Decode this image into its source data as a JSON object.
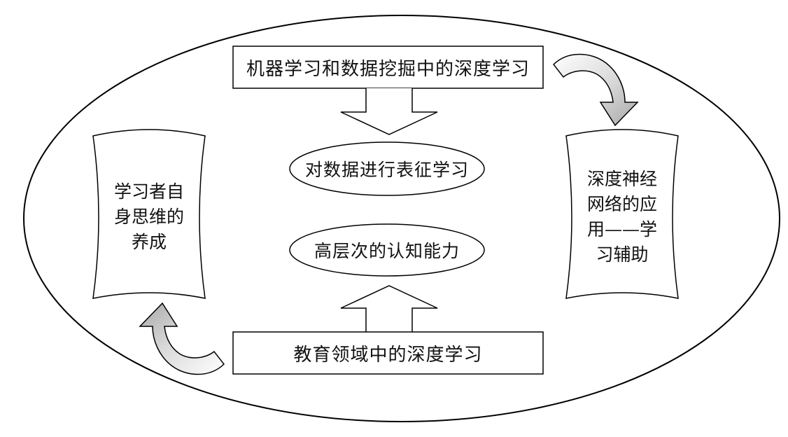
{
  "top_box": {
    "label": "机器学习和数据挖掘中的深度学习"
  },
  "bottom_box": {
    "label": "教育领域中的深度学习"
  },
  "center_upper_ellipse": {
    "label": "对数据进行表征学习"
  },
  "center_lower_ellipse": {
    "label": "高层次的认知能力"
  },
  "left_banner": {
    "lines": [
      "学习者自",
      "身思维的",
      "养成"
    ]
  },
  "right_banner": {
    "lines": [
      "深度神经",
      "网络的应",
      "用——学",
      "习辅助"
    ]
  },
  "colors": {
    "stroke": "#000000",
    "curved_arrow_fill_dark": "#b9b9b9",
    "curved_arrow_fill_light": "#ffffff",
    "background": "#ffffff"
  }
}
